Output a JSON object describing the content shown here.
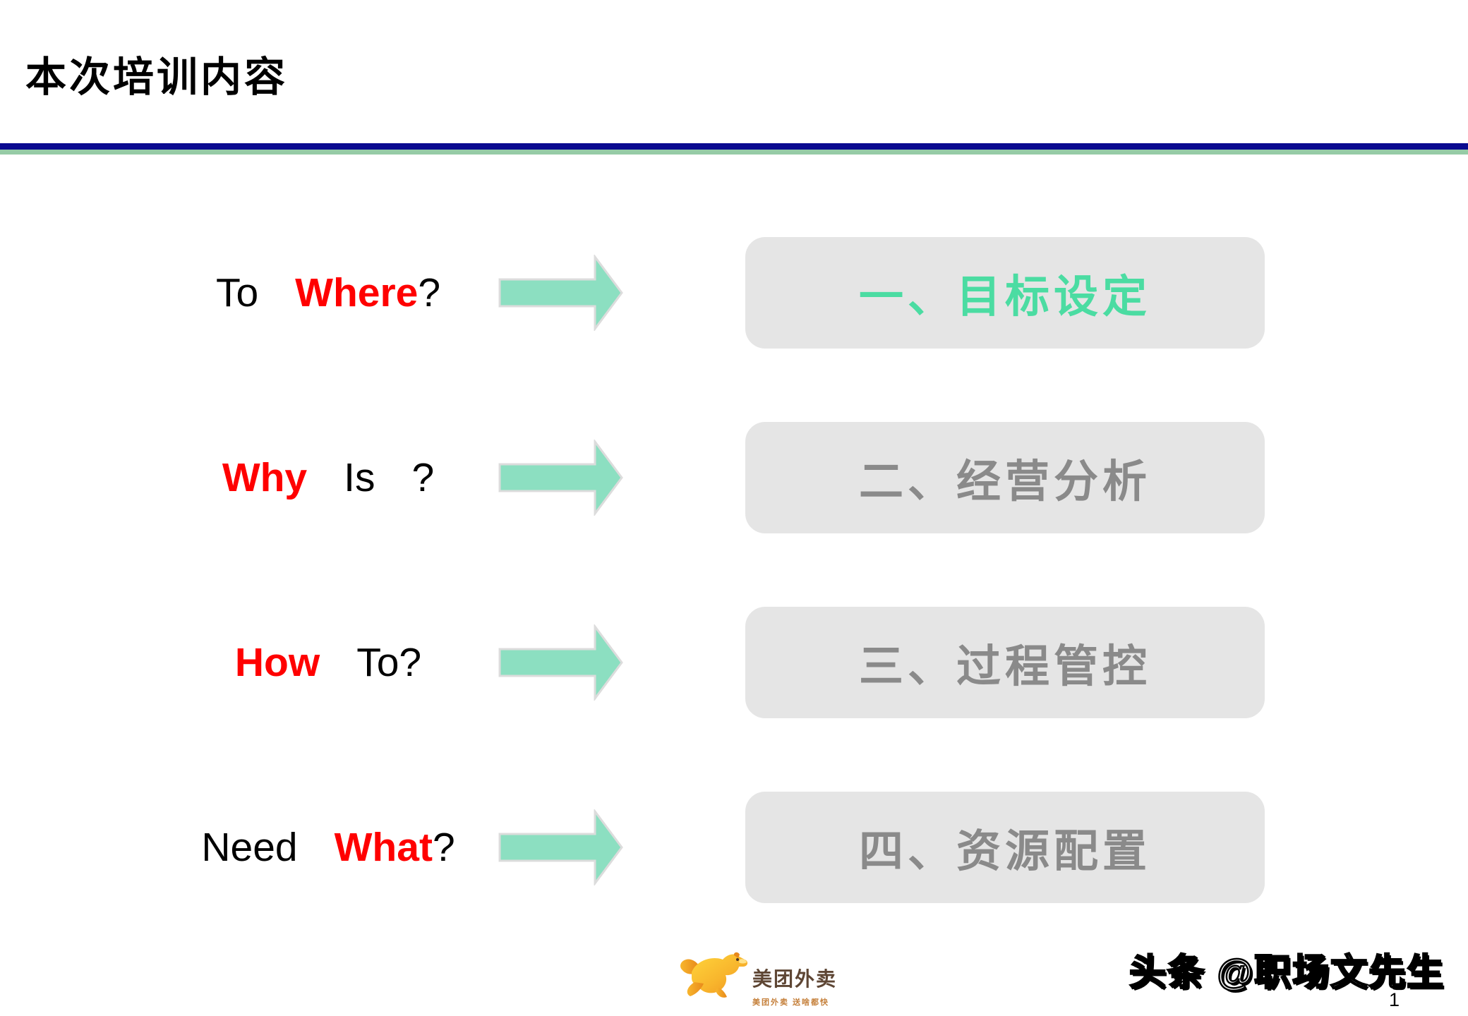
{
  "slide": {
    "title": "本次培训内容",
    "page_number": "1"
  },
  "rows": [
    {
      "question": {
        "s1": "To",
        "s2": "Where",
        "s3": "?"
      },
      "box_label": "一、目标设定",
      "state": "active"
    },
    {
      "question": {
        "s1": "Why",
        "s2": "Is",
        "s3": "?"
      },
      "box_label": "二、经营分析",
      "state": "default"
    },
    {
      "question": {
        "s1": "How",
        "s2": "To?",
        "s3": ""
      },
      "box_label": "三、过程管控",
      "state": "default"
    },
    {
      "question": {
        "s1": "Need",
        "s2": "What",
        "s3": "?"
      },
      "box_label": "四、资源配置",
      "state": "default"
    }
  ],
  "footer": {
    "logo": {
      "icon": "meituan-kangaroo-icon",
      "brand": "美团外卖",
      "tagline": "美团外卖 送啥都快"
    },
    "watermark": "头条 @职场文先生"
  },
  "icons": {
    "row_arrow": "arrow-right-icon"
  },
  "colors": {
    "rule_navy": "#0A0A8F",
    "rule_mint": "#96CBA6",
    "arrow_fill": "#8CDFC1",
    "arrow_border": "#DCDCDC",
    "box_bg": "#E5E5E5",
    "box_text_active": "#4BDCA2",
    "box_text_default": "#8A8A8A",
    "highlight_red": "#FF0000",
    "brand_yellow": "#F8B62D",
    "brand_orange": "#F0931F",
    "brand_brown": "#5E4634",
    "tagline_orange": "#C5803B"
  }
}
